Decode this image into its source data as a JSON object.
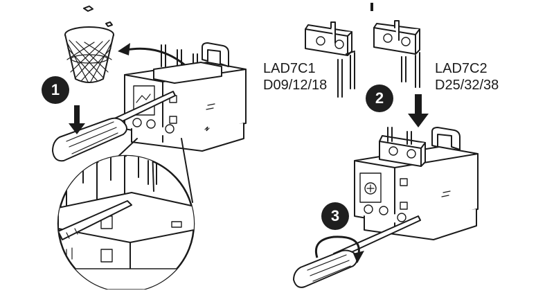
{
  "labels": {
    "left_model": "LAD7C1",
    "left_sizes": "D09/12/18",
    "right_model": "LAD7C2",
    "right_sizes": "D25/32/38"
  },
  "steps": [
    "1",
    "2",
    "3"
  ],
  "icons": [
    "wastebasket-icon",
    "screwdriver-icon",
    "curved-arrow-icon",
    "down-arrow-icon",
    "rotate-arrow-icon"
  ]
}
